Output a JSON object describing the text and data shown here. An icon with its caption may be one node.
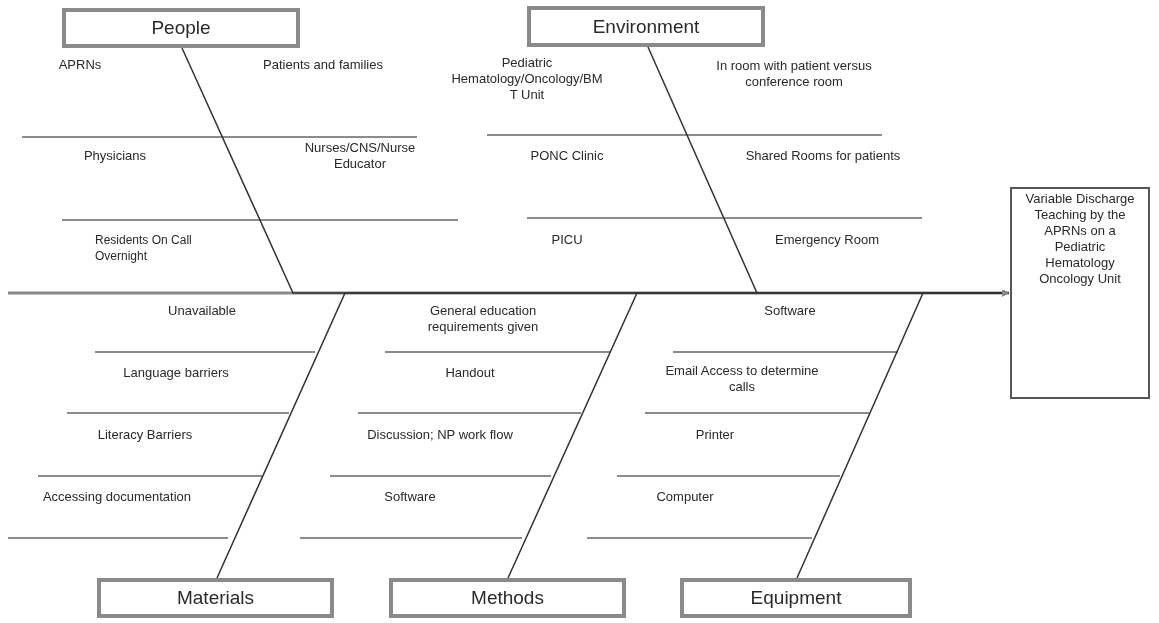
{
  "diagram": {
    "nodes": [
      {
        "text": [
          "People"
        ]
      },
      {
        "text": [
          "Environment"
        ]
      },
      {
        "text": [
          "Variable Discharge Teaching by the APRNs on a Pediatric Hematology Oncology Unit"
        ]
      },
      {
        "text": [
          "Materials"
        ]
      },
      {
        "text": [
          "Methods"
        ]
      },
      {
        "text": [
          "Equipment"
        ]
      }
    ],
    "edges": [
      {
        "from": null,
        "to": 2,
        "arrow": "to"
      },
      {
        "from": 0,
        "to": 2,
        "arrow": "to"
      },
      {
        "from": 1,
        "to": 2,
        "arrow": "to"
      },
      {
        "from": 3,
        "to": 2,
        "arrow": "to"
      },
      {
        "from": 4,
        "to": 2,
        "arrow": "to"
      },
      {
        "from": 5,
        "to": 2,
        "arrow": "to"
      }
    ],
    "labels": [
      "APRNs",
      "Patients and families",
      "Physicians",
      "Nurses/CNS/Nurse Educator",
      "Residents On Call Overnight",
      "Pediatric Hematology/Oncology/BM T Unit",
      "In room with patient versus conference room",
      "PONC Clinic",
      "Shared Rooms for patients",
      "PICU",
      "Emergency Room",
      "Unavailable",
      "Language barriers",
      "Literacy Barriers",
      "Accessing documentation",
      "General education requirements given",
      "Handout",
      "Discussion; NP work flow",
      "Software",
      "Software",
      "Email Access to determine calls",
      "Printer",
      "Computer"
    ]
  }
}
